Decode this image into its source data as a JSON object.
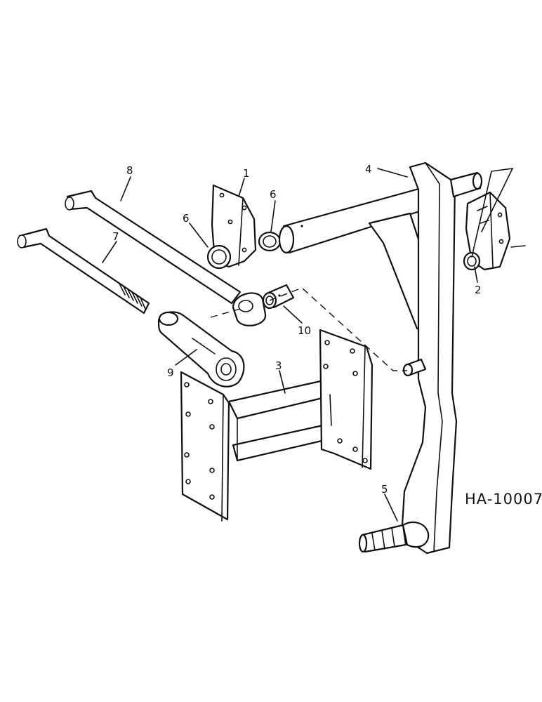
{
  "figure_id": "HA-10007",
  "callouts": {
    "c1": "1",
    "c2": "2",
    "c3": "3",
    "c4": "4",
    "c5": "5",
    "c6a": "6",
    "c6b": "6",
    "c7": "7",
    "c8": "8",
    "c9": "9",
    "c10": "10"
  }
}
